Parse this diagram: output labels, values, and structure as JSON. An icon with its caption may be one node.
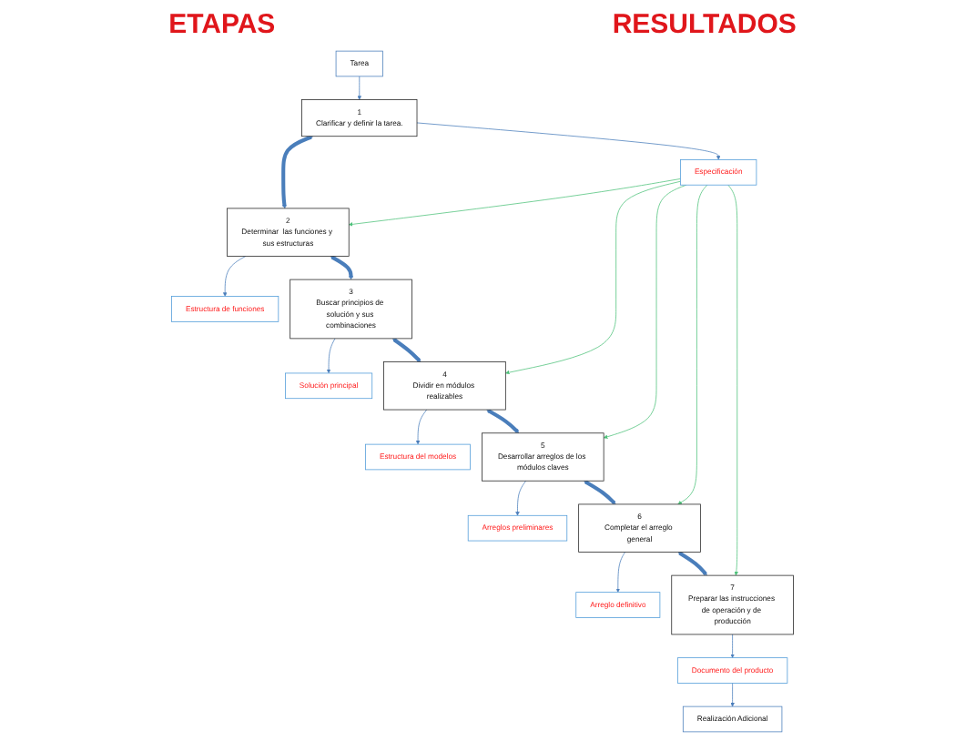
{
  "diagram": {
    "nodes": [
      {
        "text": [
          "Tarea"
        ]
      },
      {
        "text": [
          "1",
          "Clarificar y definir la tarea."
        ]
      },
      {
        "text": [
          "Especificación"
        ]
      },
      {
        "text": [
          "2",
          "Determinar  las funciones y sus estructuras"
        ]
      },
      {
        "text": [
          "Estructura de funciones"
        ]
      },
      {
        "text": [
          "3",
          "Buscar principios de solución y sus combinaciones"
        ]
      },
      {
        "text": [
          "Solución principal"
        ]
      },
      {
        "text": [
          "4",
          "Dividir en módulos realizables"
        ]
      },
      {
        "text": [
          "Estructura del modelos"
        ]
      },
      {
        "text": [
          "5",
          "Desarrollar arreglos de los módulos claves"
        ]
      },
      {
        "text": [
          "Arreglos preliminares"
        ]
      },
      {
        "text": [
          "6",
          "Completar el arreglo general"
        ]
      },
      {
        "text": [
          "Arreglo definitivo"
        ]
      },
      {
        "text": [
          "7",
          "Preparar las instrucciones de operación y de producción"
        ]
      },
      {
        "text": [
          "Documento del producto"
        ]
      },
      {
        "text": [
          "Realización Adicional"
        ]
      }
    ],
    "edges": [
      {
        "from": 0,
        "to": 1,
        "arrow": "to"
      },
      {
        "from": 1,
        "to": 3,
        "arrow": "both",
        "style": "thick"
      },
      {
        "from": 3,
        "to": 5,
        "arrow": "both",
        "style": "thick"
      },
      {
        "from": 5,
        "to": 7,
        "arrow": "both",
        "style": "thick"
      },
      {
        "from": 7,
        "to": 9,
        "arrow": "both",
        "style": "thick"
      },
      {
        "from": 9,
        "to": 11,
        "arrow": "both",
        "style": "thick"
      },
      {
        "from": 11,
        "to": 13,
        "arrow": "both",
        "style": "thick"
      },
      {
        "from": 1,
        "to": 2,
        "arrow": "to"
      },
      {
        "from": 3,
        "to": 4,
        "arrow": "to"
      },
      {
        "from": 5,
        "to": 6,
        "arrow": "to"
      },
      {
        "from": 7,
        "to": 8,
        "arrow": "to"
      },
      {
        "from": 9,
        "to": 10,
        "arrow": "to"
      },
      {
        "from": 11,
        "to": 12,
        "arrow": "to"
      },
      {
        "from": 13,
        "to": 14,
        "arrow": "to"
      },
      {
        "from": 2,
        "to": 3,
        "arrow": "to",
        "color": "#4ec27a"
      },
      {
        "from": 2,
        "to": 7,
        "arrow": "to",
        "color": "#4ec27a"
      },
      {
        "from": 2,
        "to": 9,
        "arrow": "to",
        "color": "#4ec27a"
      },
      {
        "from": 2,
        "to": 11,
        "arrow": "to",
        "color": "#4ec27a"
      },
      {
        "from": 2,
        "to": 13,
        "arrow": "to",
        "color": "#4ec27a"
      },
      {
        "from": 14,
        "to": 15,
        "arrow": "to"
      }
    ],
    "labels": [
      "ETAPAS",
      "RESULTADOS"
    ]
  }
}
